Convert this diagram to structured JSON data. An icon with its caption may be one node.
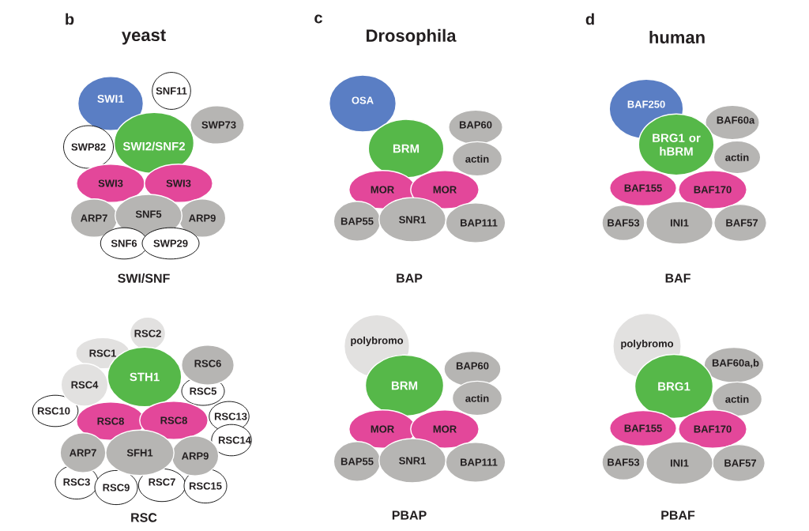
{
  "diagram": {
    "nodes": [
      {
        "text": [
          "SWI1"
        ]
      },
      {
        "text": [
          "SNF11"
        ]
      },
      {
        "text": [
          "SWP73"
        ]
      },
      {
        "text": [
          "SWI2/SNF2"
        ]
      },
      {
        "text": [
          "SWP82"
        ]
      },
      {
        "text": [
          "SWI3"
        ]
      },
      {
        "text": [
          "SWI3"
        ]
      },
      {
        "text": [
          "ARP7"
        ]
      },
      {
        "text": [
          "ARP9"
        ]
      },
      {
        "text": [
          "SNF5"
        ]
      },
      {
        "text": [
          "SNF6"
        ]
      },
      {
        "text": [
          "SWP29"
        ]
      },
      {
        "text": [
          "OSA"
        ]
      },
      {
        "text": [
          "BAP60"
        ]
      },
      {
        "text": [
          "actin"
        ]
      },
      {
        "text": [
          "BRM"
        ]
      },
      {
        "text": [
          "MOR"
        ]
      },
      {
        "text": [
          "MOR"
        ]
      },
      {
        "text": [
          "BAP55"
        ]
      },
      {
        "text": [
          "BAP111"
        ]
      },
      {
        "text": [
          "SNR1"
        ]
      },
      {
        "text": [
          "BAF250"
        ]
      },
      {
        "text": [
          "BAF60a"
        ]
      },
      {
        "text": [
          "actin"
        ]
      },
      {
        "text": [
          "BRG1 or hBRM"
        ]
      },
      {
        "text": [
          "BAF155"
        ]
      },
      {
        "text": [
          "BAF170"
        ]
      },
      {
        "text": [
          "BAF53"
        ]
      },
      {
        "text": [
          "BAF57"
        ]
      },
      {
        "text": [
          "INI1"
        ]
      },
      {
        "text": [
          "RSC5"
        ]
      },
      {
        "text": [
          "RSC10"
        ]
      },
      {
        "text": [
          "RSC13"
        ]
      },
      {
        "text": [
          "RSC14"
        ]
      },
      {
        "text": [
          "RSC3"
        ]
      },
      {
        "text": [
          "RSC7"
        ]
      },
      {
        "text": [
          "RSC15"
        ]
      },
      {
        "text": [
          "RSC9"
        ]
      },
      {
        "text": [
          "RSC2"
        ]
      },
      {
        "text": [
          "RSC1"
        ]
      },
      {
        "text": [
          "RSC6"
        ]
      },
      {
        "text": [
          "STH1"
        ]
      },
      {
        "text": [
          "RSC4"
        ]
      },
      {
        "text": [
          "RSC8"
        ]
      },
      {
        "text": [
          "RSC8"
        ]
      },
      {
        "text": [
          "ARP7"
        ]
      },
      {
        "text": [
          "ARP9"
        ]
      },
      {
        "text": [
          "SFH1"
        ]
      },
      {
        "text": [
          "polybromo"
        ]
      },
      {
        "text": [
          "BAP60"
        ]
      },
      {
        "text": [
          "actin"
        ]
      },
      {
        "text": [
          "BRM"
        ]
      },
      {
        "text": [
          "MOR"
        ]
      },
      {
        "text": [
          "MOR"
        ]
      },
      {
        "text": [
          "BAP55"
        ]
      },
      {
        "text": [
          "BAP111"
        ]
      },
      {
        "text": [
          "SNR1"
        ]
      },
      {
        "text": [
          "polybromo"
        ]
      },
      {
        "text": [
          "BAF60a,b"
        ]
      },
      {
        "text": [
          "actin"
        ]
      },
      {
        "text": [
          "BRG1"
        ]
      },
      {
        "text": [
          "BAF155"
        ]
      },
      {
        "text": [
          "BAF170"
        ]
      },
      {
        "text": [
          "BAF53"
        ]
      },
      {
        "text": [
          "BAF57"
        ]
      },
      {
        "text": [
          "INI1"
        ]
      }
    ],
    "labels": [
      "b",
      "yeast",
      "c",
      "Drosophila",
      "d",
      "human",
      "SWI/SNF",
      "BAP",
      "BAF",
      "RSC",
      "PBAP",
      "PBAF"
    ]
  }
}
